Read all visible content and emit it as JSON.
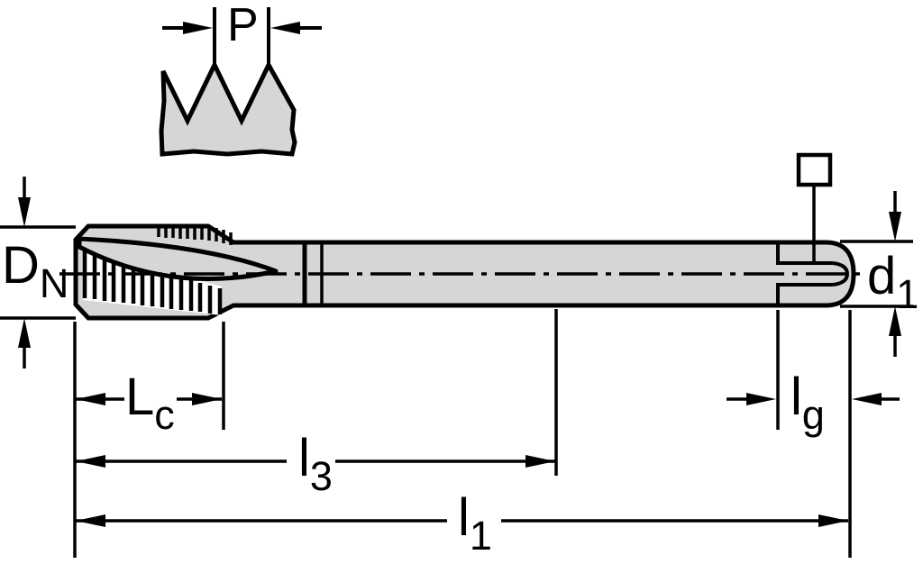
{
  "drawing": {
    "kind": "technical line drawing of a machine tap with dimension callouts",
    "background": "#ffffff",
    "line_color": "#000000",
    "fill_color": "#d6d6d6"
  },
  "labels": {
    "pitch": {
      "main": "P",
      "sub": ""
    },
    "nominal_diameter": {
      "main": "D",
      "sub": "N"
    },
    "shank_diameter": {
      "main": "d",
      "sub": "1"
    },
    "chamfer_length": {
      "main": "L",
      "sub": "c"
    },
    "thread_length": {
      "main": "l",
      "sub": "3"
    },
    "overall_length": {
      "main": "l",
      "sub": "1"
    },
    "square_length": {
      "main": "l",
      "sub": "g"
    }
  }
}
